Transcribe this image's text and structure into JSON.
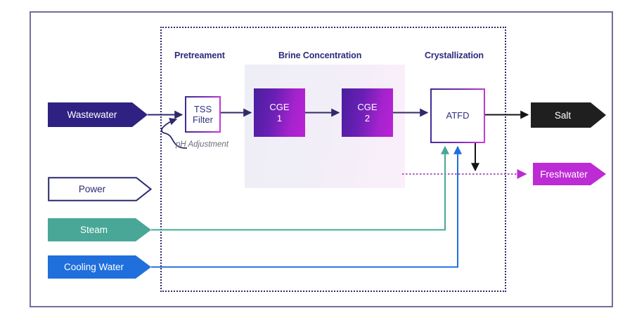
{
  "diagram": {
    "sections": [
      {
        "id": "pretreatment",
        "label": "Pretreament"
      },
      {
        "id": "brine",
        "label": "Brine Concentration"
      },
      {
        "id": "crystallization",
        "label": "Crystallization"
      }
    ],
    "units": [
      {
        "id": "tss",
        "label": "TSS\nFilter",
        "line1": "TSS",
        "line2": "Filter",
        "style": "outline"
      },
      {
        "id": "cge1",
        "label": "CGE\n1",
        "line1": "CGE",
        "line2": "1",
        "style": "filled"
      },
      {
        "id": "cge2",
        "label": "CGE\n2",
        "line1": "CGE",
        "line2": "2",
        "style": "filled"
      },
      {
        "id": "atfd",
        "label": "ATFD",
        "line1": "ATFD",
        "line2": "",
        "style": "outline"
      }
    ],
    "streams": [
      {
        "id": "wastewater",
        "label": "Wastewater",
        "color": "#2e2182",
        "text_color": "#ffffff",
        "direction": "in"
      },
      {
        "id": "power",
        "label": "Power",
        "color": "#ffffff",
        "text_color": "#2b2a6b",
        "direction": "in"
      },
      {
        "id": "steam",
        "label": "Steam",
        "color": "#48a796",
        "text_color": "#ffffff",
        "direction": "in"
      },
      {
        "id": "cooling",
        "label": "Cooling Water",
        "color": "#1f6fdd",
        "text_color": "#ffffff",
        "direction": "in"
      },
      {
        "id": "salt",
        "label": "Salt",
        "color": "#1f1f1f",
        "text_color": "#ffffff",
        "direction": "out"
      },
      {
        "id": "freshwater",
        "label": "Freshwater",
        "color": "#bd2bd4",
        "text_color": "#ffffff",
        "direction": "out"
      }
    ],
    "annotations": [
      {
        "id": "ph-adjustment",
        "label": "pH Adjustment"
      }
    ],
    "colors": {
      "frame_border": "#716e9b",
      "boundary_border": "#2f2a6b",
      "section_title": "#2b2a7c",
      "arrow_dark": "#2f2a6b",
      "arrow_black": "#141414",
      "steam_line": "#48a796",
      "cooling_line": "#1f6fdd",
      "freshwater_line": "#a45fbd",
      "unit_gradient_start": "#4a1f9e",
      "unit_gradient_end": "#bb22d6",
      "annotation_text": "#6d6d7a"
    }
  }
}
